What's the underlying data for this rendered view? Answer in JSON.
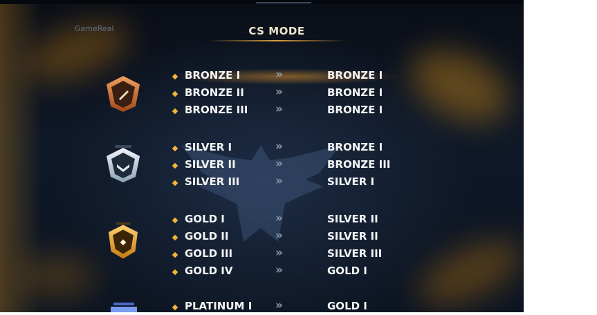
{
  "watermark": "GameReal",
  "title": "CS MODE",
  "arrow_glyph": "»",
  "colors": {
    "accent": "#d9a13a",
    "bullet": "#f2b63b",
    "text": "#f4f4f4"
  },
  "groups": [
    {
      "badge": "bronze-rank-icon",
      "rows": [
        {
          "from": "BRONZE I",
          "to": "BRONZE I"
        },
        {
          "from": "BRONZE II",
          "to": "BRONZE I"
        },
        {
          "from": "BRONZE III",
          "to": "BRONZE I"
        }
      ]
    },
    {
      "badge": "silver-rank-icon",
      "rows": [
        {
          "from": "SILVER I",
          "to": "BRONZE I"
        },
        {
          "from": "SILVER II",
          "to": "BRONZE III"
        },
        {
          "from": "SILVER III",
          "to": "SILVER I"
        }
      ]
    },
    {
      "badge": "gold-rank-icon",
      "rows": [
        {
          "from": "GOLD I",
          "to": "SILVER II"
        },
        {
          "from": "GOLD II",
          "to": "SILVER II"
        },
        {
          "from": "GOLD III",
          "to": "SILVER III"
        },
        {
          "from": "GOLD IV",
          "to": "GOLD I"
        }
      ]
    },
    {
      "badge": "platinum-rank-icon",
      "rows": [
        {
          "from": "PLATINUM I",
          "to": "GOLD I"
        }
      ]
    }
  ]
}
